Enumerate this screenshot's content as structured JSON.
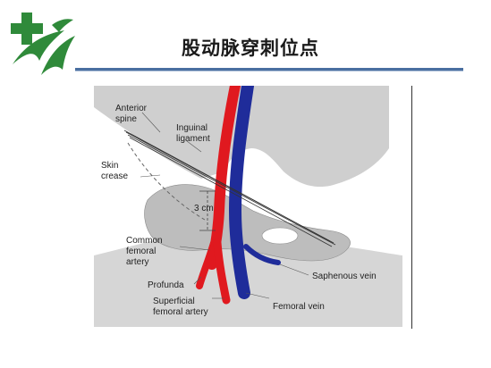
{
  "slide": {
    "title": "股动脉穿刺位点"
  },
  "figure": {
    "labels": {
      "anterior_spine_1": "Anterior",
      "anterior_spine_2": "spine",
      "inguinal_ligament_1": "Inguinal",
      "inguinal_ligament_2": "ligament",
      "skin_crease_1": "Skin",
      "skin_crease_2": "crease",
      "measure": "3 cm",
      "common_femoral_1": "Common",
      "common_femoral_2": "femoral",
      "common_femoral_3": "artery",
      "profunda": "Profunda",
      "superficial_femoral_1": "Superficial",
      "superficial_femoral_2": "femoral artery",
      "saphenous_vein": "Saphenous vein",
      "femoral_vein": "Femoral vein"
    },
    "colors": {
      "artery": "#e0191f",
      "vein": "#1f2c9a",
      "tissue": "#c8c8c8",
      "bone": "#bdbdbd"
    }
  }
}
